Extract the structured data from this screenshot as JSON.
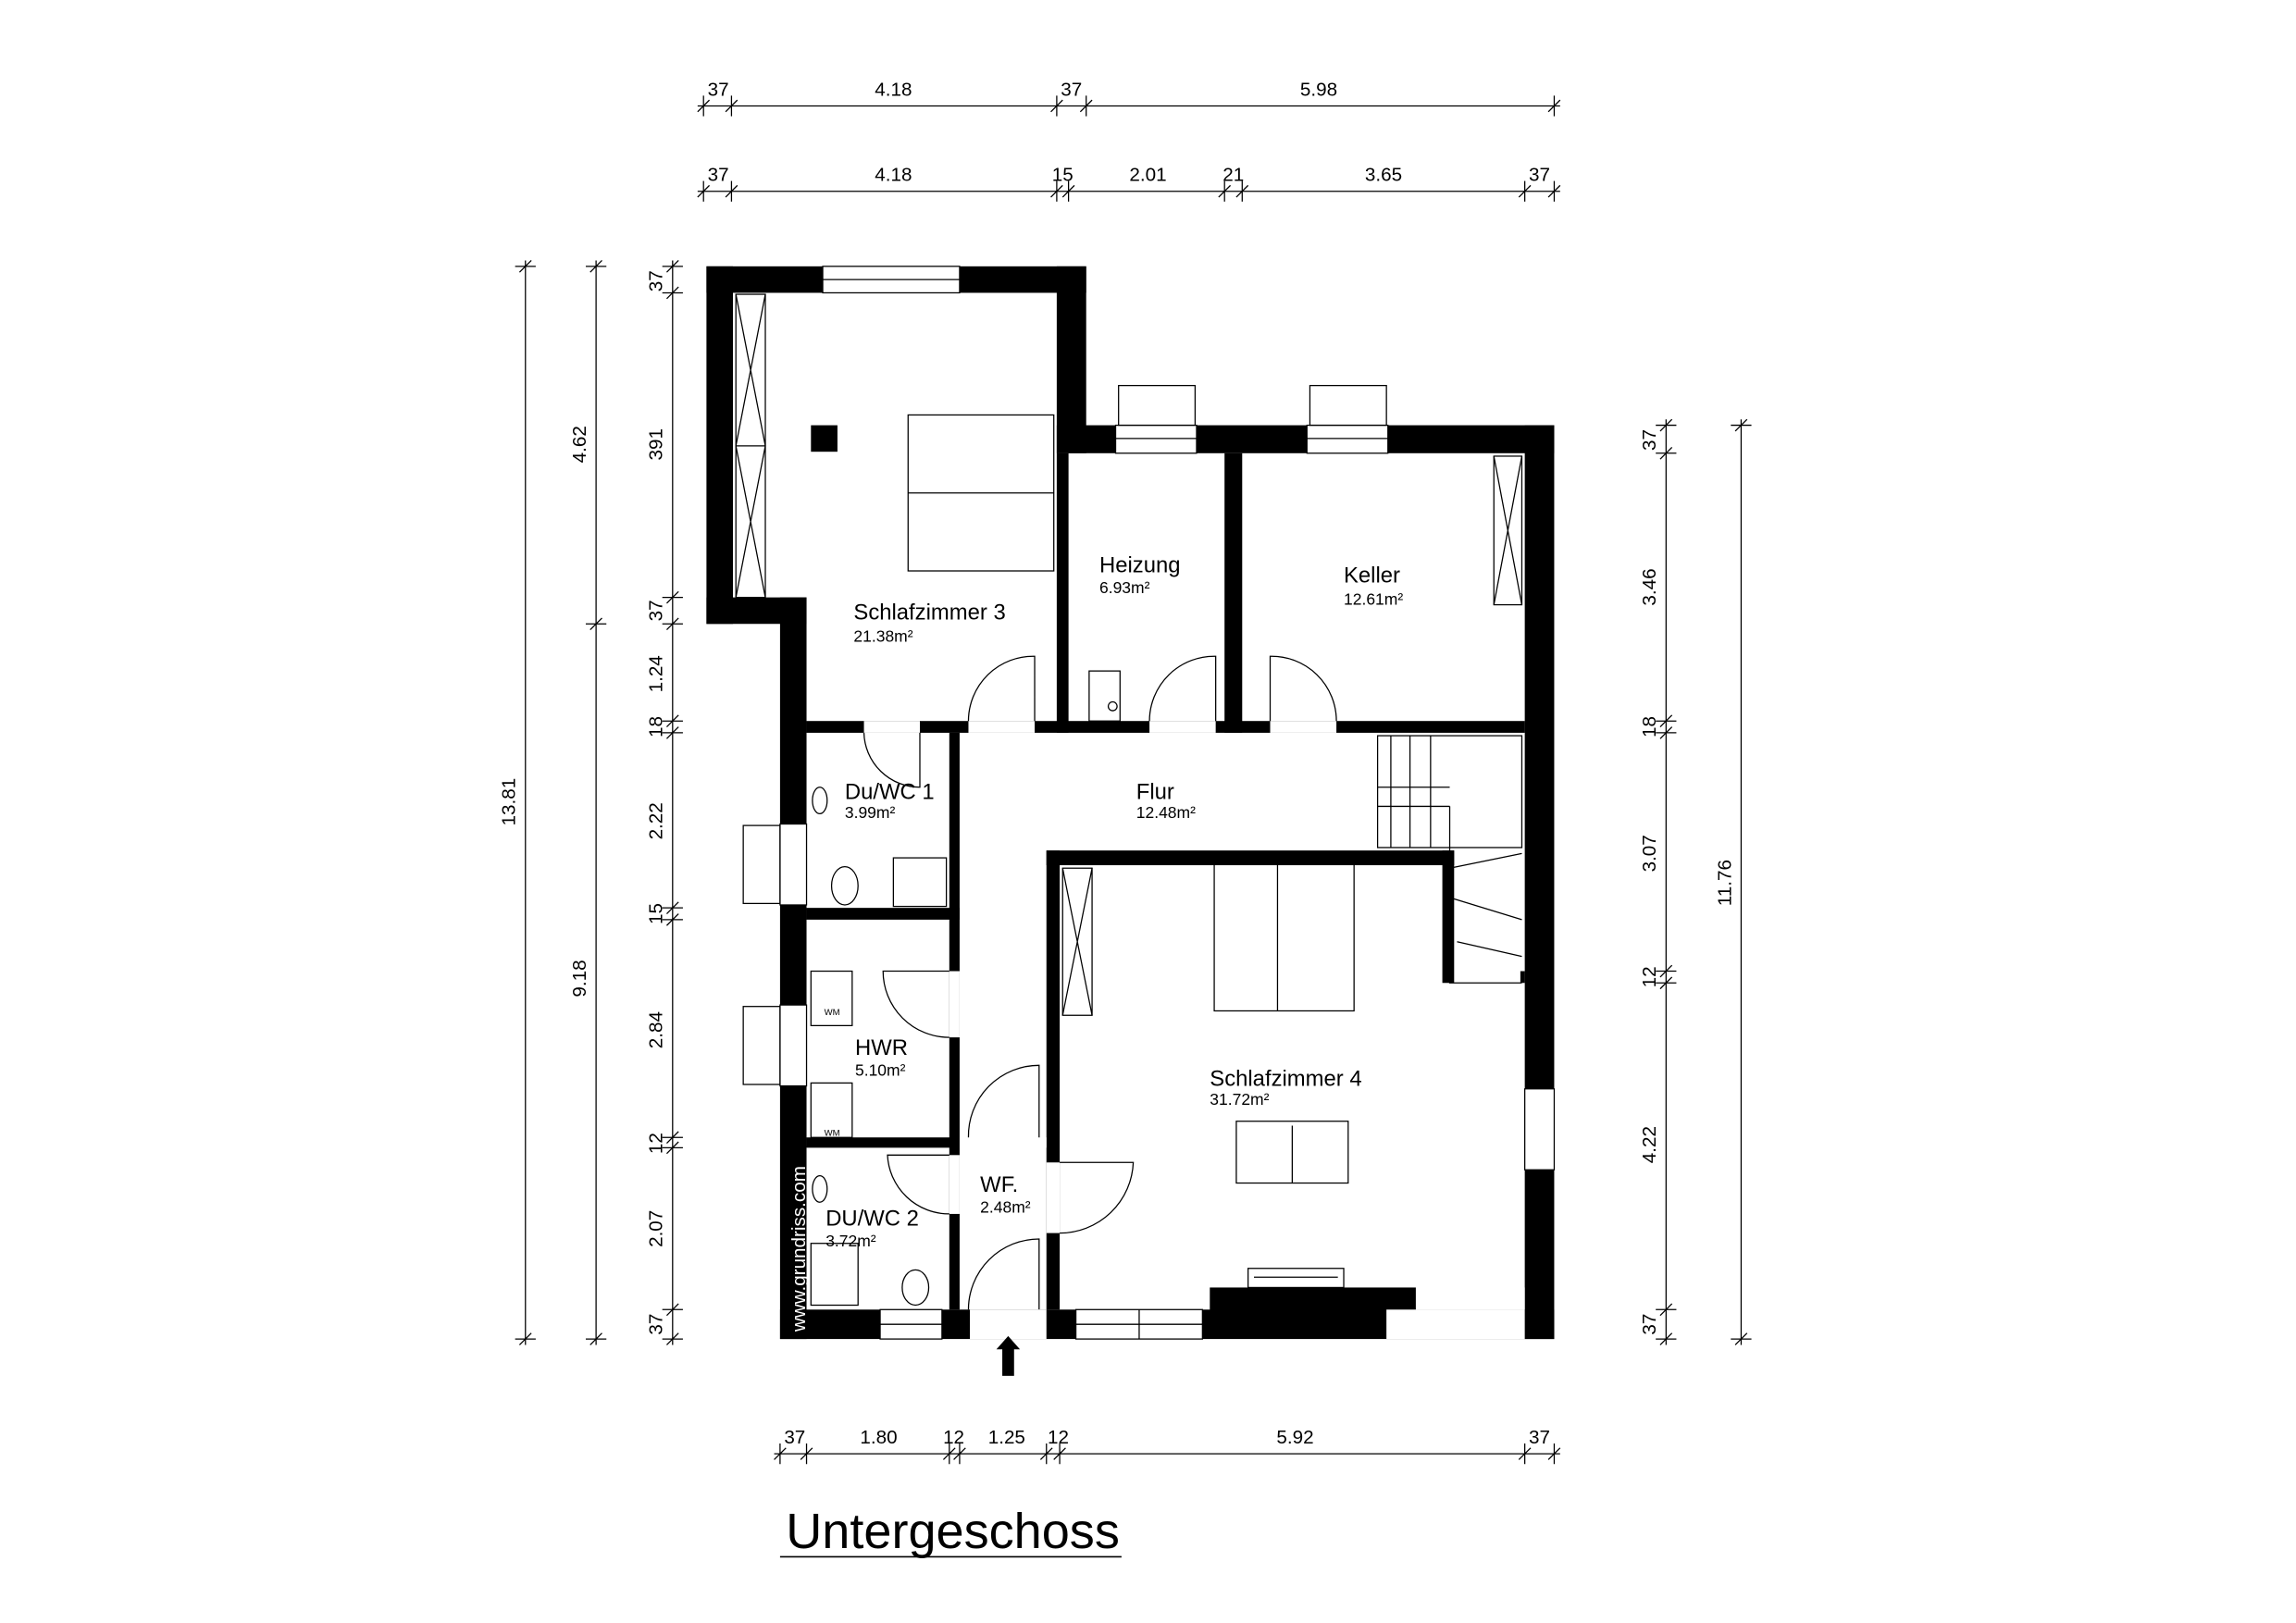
{
  "title": "Untergeschoss",
  "watermark": "www.grundriss.com",
  "appliance_label": "WM",
  "rooms": {
    "schlafzimmer3": {
      "name": "Schlafzimmer 3",
      "area": "21.38m²"
    },
    "heizung": {
      "name": "Heizung",
      "area": "6.93m²"
    },
    "keller": {
      "name": "Keller",
      "area": "12.61m²"
    },
    "duwc1": {
      "name": "Du/WC 1",
      "area": "3.99m²"
    },
    "flur": {
      "name": "Flur",
      "area": "12.48m²"
    },
    "hwr": {
      "name": "HWR",
      "area": "5.10m²"
    },
    "schlafzimmer4": {
      "name": "Schlafzimmer 4",
      "area": "31.72m²"
    },
    "duwc2": {
      "name": "DU/WC 2",
      "area": "3.72m²"
    },
    "wf": {
      "name": "WF.",
      "area": "2.48m²"
    }
  },
  "dimensions": {
    "top1": [
      "37",
      "4.18",
      "37",
      "5.98"
    ],
    "top2": [
      "37",
      "4.18",
      "15",
      "2.01",
      "21",
      "3.65",
      "37"
    ],
    "left_total": "13.81",
    "left_mid": [
      "4.62",
      "9.18"
    ],
    "left_inner": [
      "37",
      "391",
      "37",
      "1.24",
      "18",
      "2.22",
      "15",
      "2.84",
      "12",
      "2.07",
      "37"
    ],
    "right_inner": [
      "37",
      "3.46",
      "18",
      "3.07",
      "12",
      "4.22",
      "37"
    ],
    "right_total": "11.76",
    "bottom": [
      "37",
      "1.80",
      "12",
      "1.25",
      "12",
      "5.92",
      "37"
    ]
  }
}
